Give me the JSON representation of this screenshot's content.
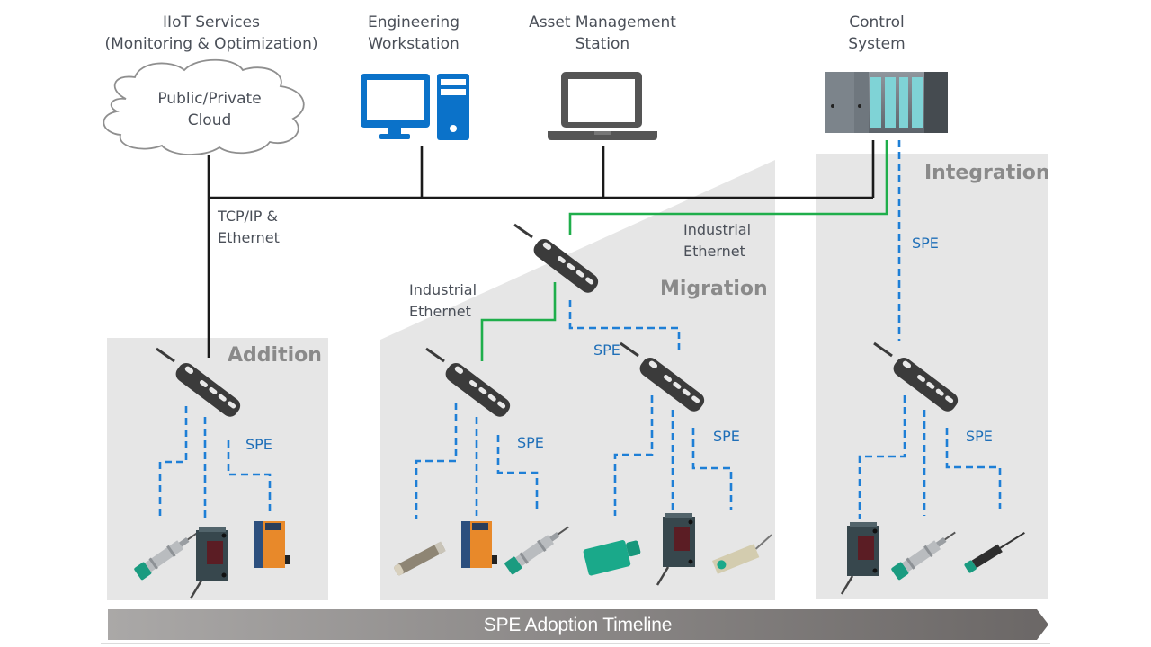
{
  "nodes": {
    "iiot": {
      "title_line1": "IIoT Services",
      "title_line2": "(Monitoring & Optimization)"
    },
    "cloud": {
      "line1": "Public/Private",
      "line2": "Cloud"
    },
    "workstation": {
      "line1": "Engineering",
      "line2": "Workstation",
      "icon": "desktop-computer-icon"
    },
    "asset": {
      "line1": "Asset Management",
      "line2": "Station",
      "icon": "laptop-icon"
    },
    "control": {
      "line1": "Control",
      "line2": "System",
      "icon": "plc-rack-icon"
    }
  },
  "links": {
    "tcpip_line1": "TCP/IP &",
    "tcpip_line2": "Ethernet",
    "ie_right_line1": "Industrial",
    "ie_right_line2": "Ethernet",
    "ie_left_line1": "Industrial",
    "ie_left_line2": "Ethernet",
    "spe": "SPE"
  },
  "zones": {
    "addition": "Addition",
    "migration": "Migration",
    "integration": "Integration"
  },
  "timeline": {
    "label": "SPE Adoption Timeline"
  },
  "colors": {
    "ethernet": "#1a1a1a",
    "industrial_ethernet": "#1fae4b",
    "spe": "#1e7fd6",
    "zone_bg": "#e6e6e6",
    "workstation_blue": "#0b72c9",
    "laptop_gray": "#555555",
    "timeline_start": "#a9a7a6",
    "timeline_end": "#6c6867"
  }
}
